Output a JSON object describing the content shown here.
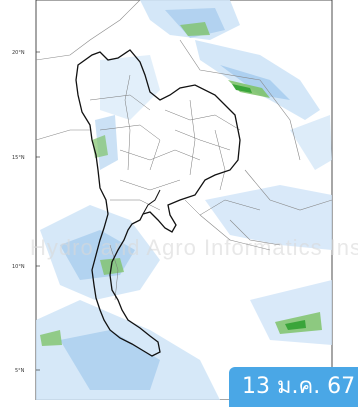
{
  "map": {
    "latitude_labels": [
      "20°N",
      "15°N",
      "10°N",
      "5°N"
    ],
    "watermark": "Hydro and Agro Informatics Institute",
    "colors": {
      "background": "#ffffff",
      "precip_light": "#cfe4f7",
      "precip_medium": "#a9cdee",
      "precip_heavy": "#7fc36b",
      "precip_core": "#3aa53a",
      "border": "#111111",
      "province_lines": "#777777",
      "date_badge": "#4aa7e6"
    }
  },
  "date_badge": {
    "text": "13 ม.ค. 67"
  }
}
